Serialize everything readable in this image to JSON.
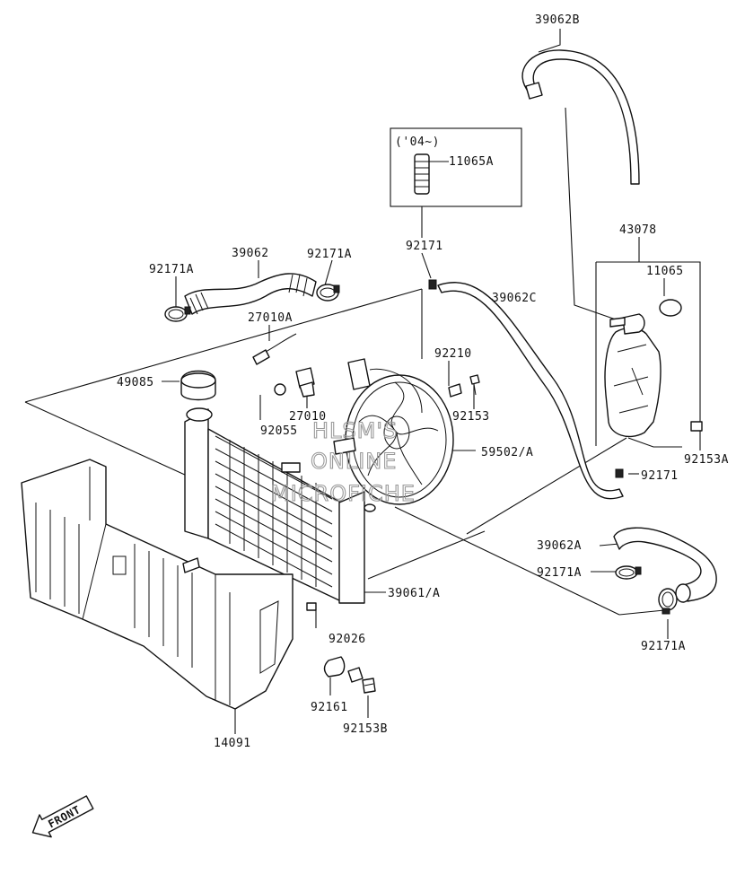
{
  "labels": {
    "p39062B": "39062B",
    "p04": "('04~)",
    "p11065A": "11065A",
    "p92171_top": "92171",
    "p43078": "43078",
    "p11065": "11065",
    "p39062": "39062",
    "p92171A_l": "92171A",
    "p92171A_r": "92171A",
    "p39062C": "39062C",
    "p27010A": "27010A",
    "p92210": "92210",
    "p49085": "49085",
    "p27010": "27010",
    "p92153": "92153",
    "p92055": "92055",
    "p59502A": "59502/A",
    "p92153A": "92153A",
    "p92171_r": "92171",
    "p39062A": "39062A",
    "p92171A_m": "92171A",
    "p39061A": "39061/A",
    "p92026": "92026",
    "p92171A_b": "92171A",
    "p92161": "92161",
    "p92153B": "92153B",
    "p14091": "14091",
    "front": "FRONT"
  },
  "watermark": [
    "HLSM'S",
    "ONLINE",
    "MICROFICHE"
  ]
}
